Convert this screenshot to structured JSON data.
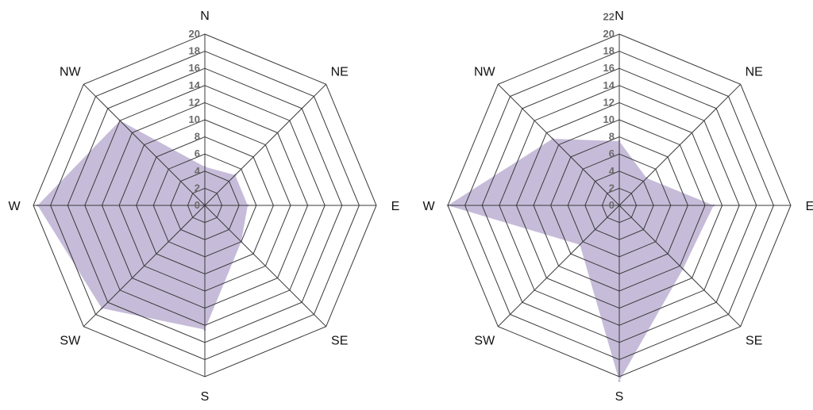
{
  "colors": {
    "fill": "#c6bcd9",
    "grid": "#3a3a3a",
    "direction_label": "#111111",
    "tick_label": "#6b6b6b"
  },
  "chart_data": [
    {
      "type": "radar",
      "categories": [
        "N",
        "NE",
        "E",
        "SE",
        "S",
        "SW",
        "W",
        "NW"
      ],
      "values": [
        4.5,
        5,
        5,
        6,
        14.5,
        17,
        19.5,
        14
      ],
      "ticks": [
        "0",
        "2",
        "4",
        "6",
        "8",
        "10",
        "12",
        "14",
        "16",
        "18",
        "20"
      ],
      "rmax": 20,
      "rings": 10,
      "grid": true,
      "fill_color": "#c6bcd9"
    },
    {
      "type": "radar",
      "categories": [
        "N",
        "NE",
        "E",
        "SE",
        "S",
        "SW",
        "W",
        "NW"
      ],
      "values": [
        7.5,
        4.5,
        11,
        10.5,
        20.5,
        6.5,
        20,
        11
      ],
      "ticks": [
        "0",
        "2",
        "4",
        "6",
        "8",
        "10",
        "12",
        "14",
        "16",
        "18",
        "20",
        "22"
      ],
      "rmax": 20,
      "rings": 10,
      "grid": true,
      "fill_color": "#c6bcd9"
    }
  ]
}
